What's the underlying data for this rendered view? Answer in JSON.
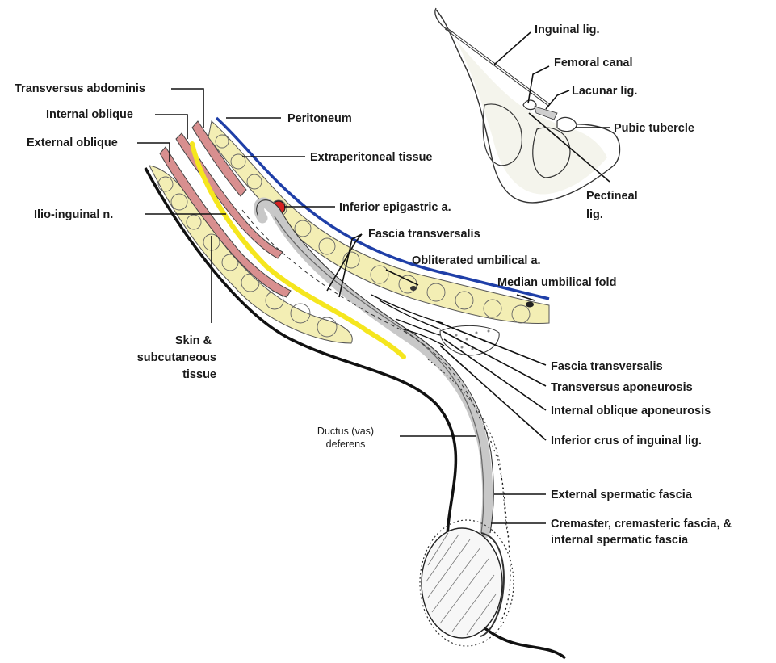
{
  "labels": {
    "transversus_abdominis": "Transversus abdominis",
    "internal_oblique": "Internal oblique",
    "external_oblique": "External oblique",
    "ilio_inguinal": "Ilio-inguinal n.",
    "skin_1": "Skin &",
    "skin_2": "subcutaneous",
    "skin_3": "tissue",
    "peritoneum": "Peritoneum",
    "extraperitoneal": "Extraperitoneal tissue",
    "inferior_epigastric": "Inferior epigastric a.",
    "fascia_transversalis_top": "Fascia transversalis",
    "obliterated_umbilical": "Obliterated umbilical a.",
    "median_umbilical_fold": "Median umbilical fold",
    "fascia_transversalis_right": "Fascia transversalis",
    "transversus_aponeurosis": "Transversus aponeurosis",
    "internal_oblique_aponeurosis": "Internal oblique aponeurosis",
    "inferior_crus": "Inferior crus of inguinal lig.",
    "ductus_1": "Ductus (vas)",
    "ductus_2": "deferens",
    "external_spermatic": "External spermatic fascia",
    "cremaster_1": "Cremaster, cremasteric fascia, &",
    "cremaster_2": "internal spermatic fascia",
    "inguinal_lig": "Inguinal lig.",
    "femoral_canal": "Femoral canal",
    "lacunar_lig": "Lacunar lig.",
    "pubic_tubercle": "Pubic tubercle",
    "pectineal_1": "Pectineal",
    "pectineal_2": "lig."
  },
  "colors": {
    "fat": "#f3eeb4",
    "muscle": "#d88f8f",
    "nerve": "#f5e61e",
    "peritoneum": "#1f3fa8",
    "artery": "#d62020",
    "line": "#111111",
    "cord": "#c8c8c8"
  }
}
